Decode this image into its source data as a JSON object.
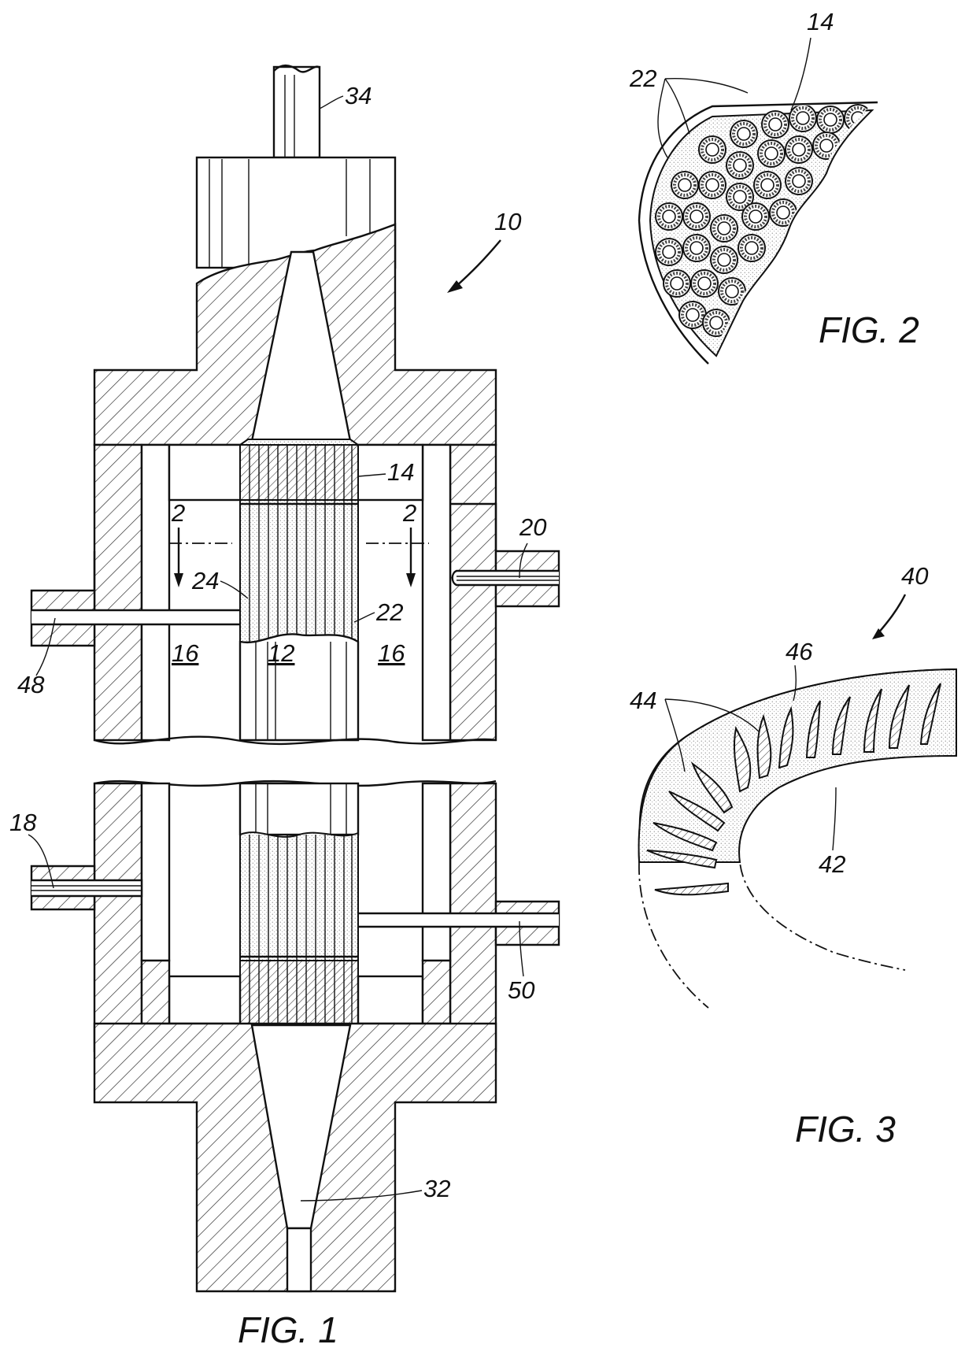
{
  "figures": {
    "fig1": {
      "caption": "FIG. 1"
    },
    "fig2": {
      "caption": "FIG. 2"
    },
    "fig3": {
      "caption": "FIG. 3"
    }
  },
  "reference_numerals": {
    "shaft": "34",
    "assembly": "10",
    "tube_bundle_wall": "14",
    "outlet_port_right": "20",
    "fibers_right": "22",
    "fibers_left": "24",
    "inlet_port_left": "48",
    "shell_space_left": "16",
    "lumen": "12",
    "shell_space_right": "16",
    "port_lower_left": "18",
    "port_lower_right": "50",
    "outlet": "32",
    "section_left": "2",
    "section_right": "2",
    "fig2_fibers": "22",
    "fig2_wall": "14",
    "fig3_assembly": "40",
    "fig3_matrix": "46",
    "fig3_channels": "44",
    "fig3_inner": "42"
  }
}
